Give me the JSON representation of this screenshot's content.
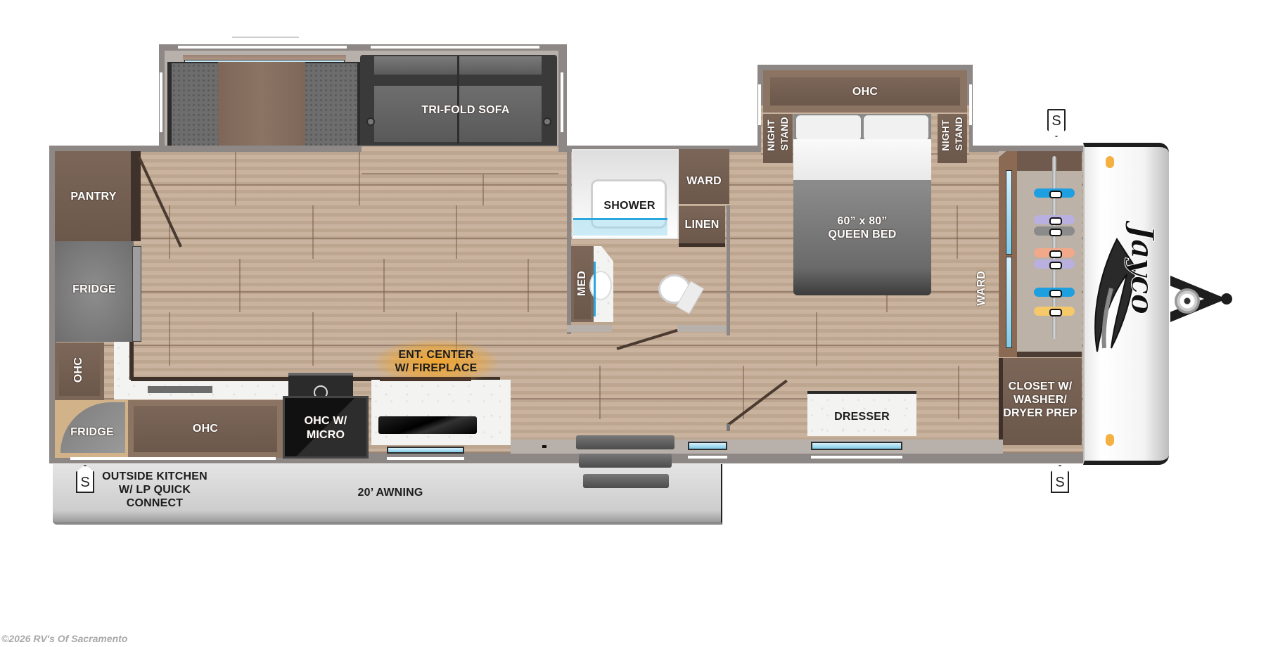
{
  "floorplan": {
    "brand": "Jayco",
    "copyright": "©2026 RV's Of Sacramento",
    "labels": {
      "pantry": "PANTRY",
      "fridge_main": "FRIDGE",
      "ohc_left_vertical": "OHC",
      "fridge_outside": "FRIDGE",
      "ohc_kitchen": "OHC",
      "ohc_micro_line1": "OHC W/",
      "ohc_micro_line2": "MICRO",
      "ent_center_line1": "ENT. CENTER",
      "ent_center_line2": "W/ FIREPLACE",
      "tri_fold_sofa": "TRI-FOLD SOFA",
      "shower": "SHOWER",
      "ward_bath": "WARD",
      "linen": "LINEN",
      "med": "MED",
      "ohc_bedroom": "OHC",
      "night_stand_left_1": "NIGHT",
      "night_stand_left_2": "STAND",
      "night_stand_right_1": "NIGHT",
      "night_stand_right_2": "STAND",
      "bed_line1": "60” x 80”",
      "bed_line2": "QUEEN BED",
      "ward_bedroom": "WARD",
      "dresser": "DRESSER",
      "closet_line1": "CLOSET W/",
      "closet_line2": "WASHER/",
      "closet_line3": "DRYER PREP",
      "outside_kitchen_line1": "OUTSIDE KITCHEN",
      "outside_kitchen_line2": "W/ LP QUICK",
      "outside_kitchen_line3": "CONNECT",
      "awning": "20’ AWNING"
    },
    "stabilizer_markers": [
      "S",
      "S",
      "S"
    ],
    "snowboard_colors": [
      "#1d9fe0",
      "#b9b0e0",
      "#8b8b8b",
      "#f2a98a",
      "#b9b0e0",
      "#1d9fe0",
      "#f5c96a"
    ],
    "colors": {
      "floor": "#c5ad96",
      "wall": "#8d8785",
      "cabinet": "#6f5a4d",
      "window": "#8fd3ee",
      "fireplace_glow": "#f2a52a"
    }
  }
}
